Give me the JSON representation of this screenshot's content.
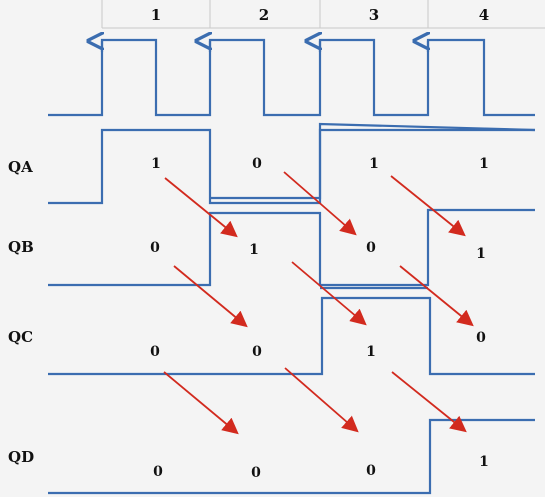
{
  "clock_numbers": [
    "1",
    "2",
    "3",
    "4"
  ],
  "signals": [
    {
      "name": "QA",
      "values": [
        "1",
        "0",
        "1",
        "1"
      ]
    },
    {
      "name": "QB",
      "values": [
        "0",
        "1",
        "0",
        "1"
      ]
    },
    {
      "name": "QC",
      "values": [
        "0",
        "0",
        "1",
        "0"
      ]
    },
    {
      "name": "QD",
      "values": [
        "0",
        "0",
        "0",
        "1"
      ]
    }
  ],
  "colors": {
    "waveform": "#3b6db0",
    "arrow": "#d22a1e",
    "grid": "#c9c9c9"
  }
}
